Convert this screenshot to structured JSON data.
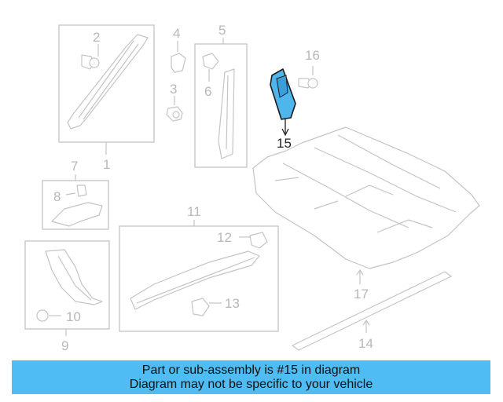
{
  "callouts": {
    "c1": "1",
    "c2": "2",
    "c3": "3",
    "c4": "4",
    "c5": "5",
    "c6": "6",
    "c7": "7",
    "c8": "8",
    "c9": "9",
    "c10": "10",
    "c11": "11",
    "c12": "12",
    "c13": "13",
    "c14": "14",
    "c15": "15",
    "c16": "16",
    "c17": "17"
  },
  "highlight": {
    "part_number": "15",
    "color": "#4fb6ec"
  },
  "colors": {
    "line": "#c4c4c4",
    "label": "#b8b8b8",
    "banner_bg": "#4fbcf3"
  },
  "banner": {
    "line1": "Part or sub-assembly is #15 in diagram",
    "line2": "Diagram may not be specific to your vehicle"
  }
}
